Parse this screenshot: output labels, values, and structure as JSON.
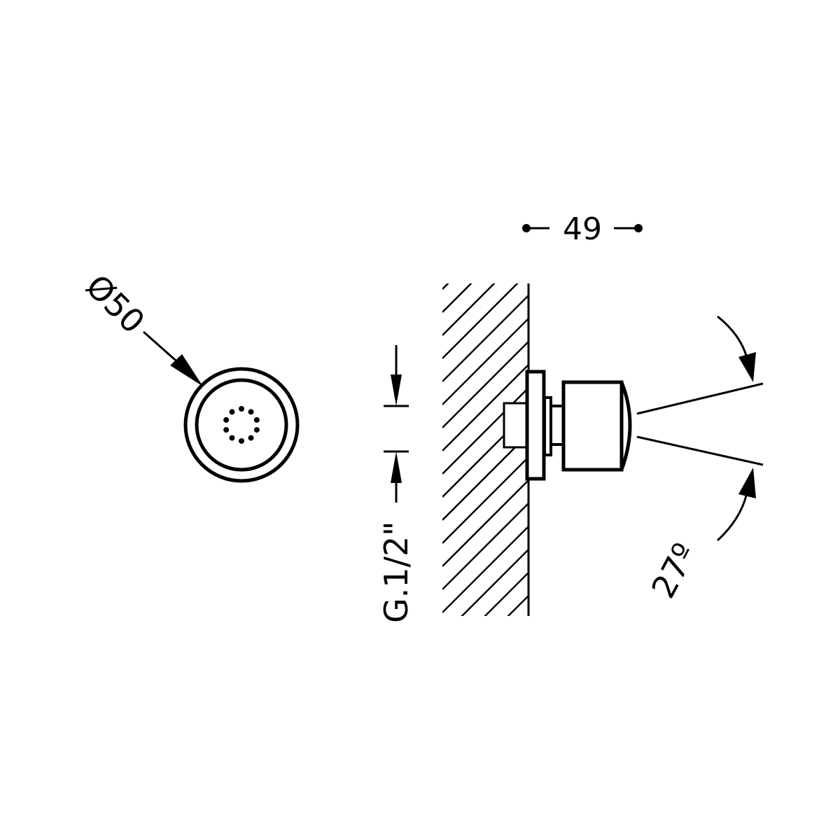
{
  "front_view": {
    "diameter_label": "Ø50",
    "nozzle_count": 10
  },
  "side_view": {
    "depth_label": "49",
    "thread_label": "G.1/2\"",
    "spray_angle_label": "27º"
  },
  "colors": {
    "line": "#000000",
    "background": "#ffffff"
  }
}
